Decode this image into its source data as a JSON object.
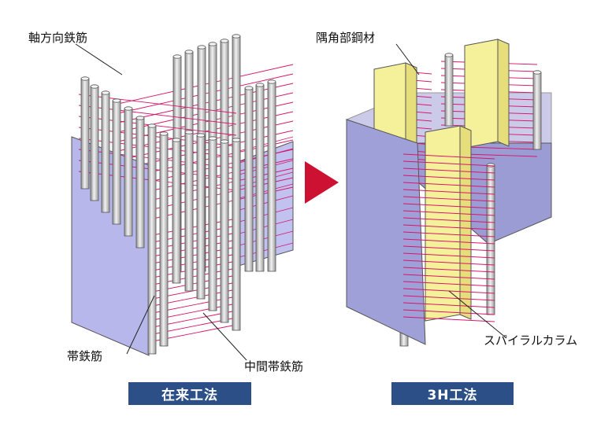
{
  "labels": {
    "axial_rebar": "軸方向鉄筋",
    "hoop_rebar": "帯鉄筋",
    "intermediate_hoop": "中間帯鉄筋",
    "corner_steel": "隅角部鋼材",
    "spiral_column": "スパイラルカラム"
  },
  "captions": {
    "conventional": "在来工法",
    "method_3h": "3H工法"
  },
  "colors": {
    "wall": "#b7b7ec",
    "wall_dark": "#8e8ed0",
    "rebar": "#d9d9d9",
    "hoop": "#d8156b",
    "steel": "#f5f09a",
    "arrow": "#cc1133",
    "caption_bg": "#2b4f86"
  }
}
